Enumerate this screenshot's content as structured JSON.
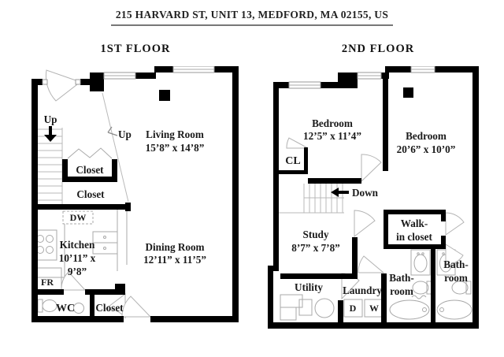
{
  "title": "215 HARVARD ST, UNIT 13, MEDFORD, MA 02155, US",
  "colors": {
    "wall": "#000000",
    "fixture": "#a9a9a9",
    "text": "#1a1a1a",
    "underline": "#777777",
    "background": "#ffffff"
  },
  "floor1": {
    "label": "1ST FLOOR",
    "living_room": {
      "name": "Living Room",
      "dims": "15’8” x 14’8”"
    },
    "dining_room": {
      "name": "Dining Room",
      "dims": "12’11” x 11’5”"
    },
    "kitchen": {
      "name": "Kitchen",
      "dims_line1": "10’11” x",
      "dims_line2": "9’8”"
    },
    "closet_upper": "Closet",
    "closet_lower": "Closet",
    "closet_hall": "Closet",
    "wc": "WC",
    "dishwasher": "DW",
    "fridge": "FR",
    "up_stairs": "Up",
    "up_mid": "Up"
  },
  "floor2": {
    "label": "2ND FLOOR",
    "bedroom_left": {
      "name": "Bedroom",
      "dims": "12’5” x 11’4”"
    },
    "bedroom_right": {
      "name": "Bedroom",
      "dims": "20’6” x 10’0”"
    },
    "study": {
      "name": "Study",
      "dims": "8’7” x 7’8”"
    },
    "walk_in_closet": {
      "line1": "Walk-",
      "line2": "in closet"
    },
    "closet": "CL",
    "down": "Down",
    "utility": "Utility",
    "laundry": "Laundry",
    "dryer": "D",
    "washer": "W",
    "bathroom_left": {
      "line1": "Bath-",
      "line2": "room"
    },
    "bathroom_right": {
      "line1": "Bath-",
      "line2": "room"
    }
  }
}
